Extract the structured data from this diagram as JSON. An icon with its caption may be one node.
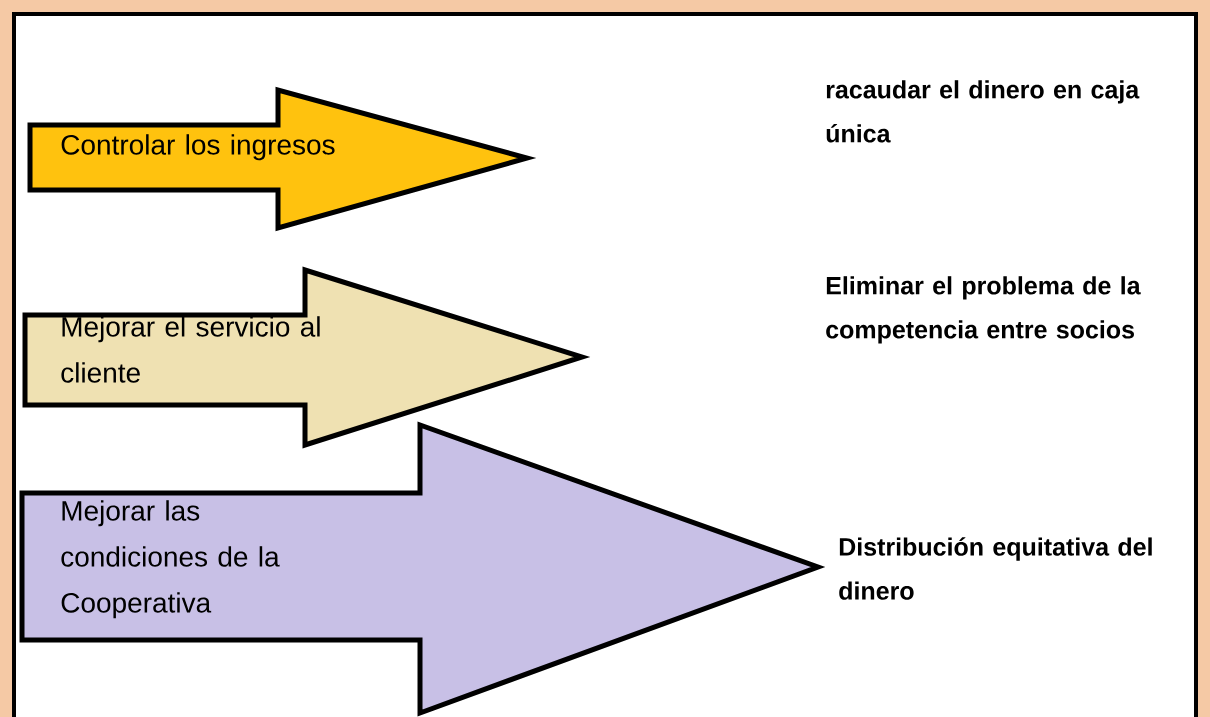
{
  "diagram": {
    "nodes": [
      {
        "text": [
          "Controlar los ingresos"
        ]
      },
      {
        "text": [
          "Mejorar el servicio al cliente"
        ]
      },
      {
        "text": [
          "Mejorar las condiciones de la Cooperativa"
        ]
      }
    ],
    "labels": [
      "racaudar el dinero en caja única",
      "Eliminar el problema de la competencia entre socios",
      "Distribución equitativa del dinero"
    ]
  }
}
